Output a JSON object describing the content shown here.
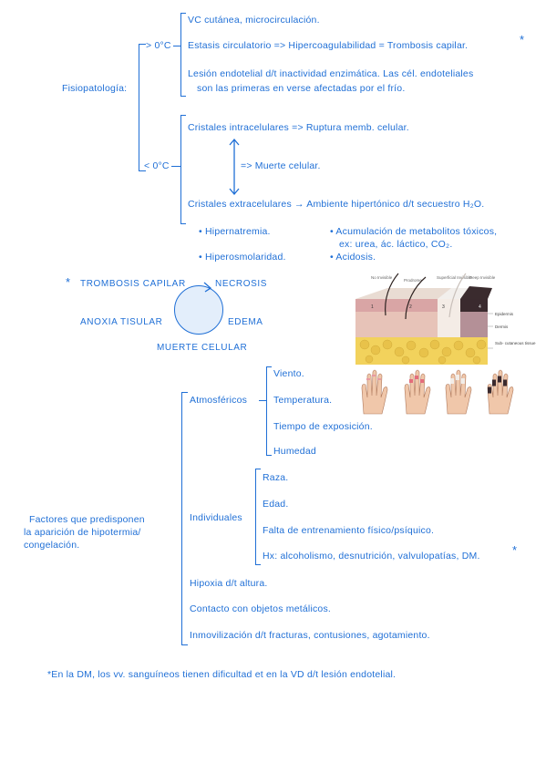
{
  "fisiopatologia": {
    "label": "Fisiopatología:",
    "gt0": {
      "label": "> 0°C",
      "items": [
        "VC cutánea, microcirculación.",
        "Estasis circulatorio => Hipercoagulabilidad = Trombosis capilar.",
        "Lesión endotelial d/t inactividad enzimática. Las cél. endoteliales",
        "son las primeras en verse afectadas por el frío."
      ],
      "star": "*"
    },
    "lt0": {
      "label": "< 0°C",
      "cristales_intra": "Cristales intracelulares => Ruptura memb. celular.",
      "muerte": "=> Muerte celular.",
      "cristales_extra": "Cristales extracelulares → Ambiente hipertónico d/t secuestro H₂O.",
      "left_bullets": [
        "Hipernatremia.",
        "Hiperosmolaridad."
      ],
      "right_bullets": [
        "Acumulación de metabolitos tóxicos,",
        "ex: urea, ác. láctico, CO₂.",
        "Acidosis."
      ]
    }
  },
  "cycle": {
    "star": "*",
    "trombosis": "TROMBOSIS CAPILAR",
    "necrosis": "NECROSIS",
    "anoxia": "ANOXIA TISULAR",
    "edema": "EDEMA",
    "muerte": "MUERTE CELULAR"
  },
  "figure": {
    "degrees": [
      "No\nInvisible",
      "Prodrome",
      "Superficial\nInvisible",
      "Deep\nInvisible"
    ],
    "layers": [
      "Epidermis",
      "Dermis",
      "Sub-\ncutaneous\ntissue"
    ],
    "numbers": [
      "1",
      "2",
      "3",
      "4"
    ]
  },
  "factores": {
    "label_lines": [
      "Factores que predisponen",
      "la aparición de hipotermia/",
      "congelación."
    ],
    "atmosfericos": {
      "label": "Atmosféricos",
      "items": [
        "Viento.",
        "Temperatura.",
        "Tiempo de exposición.",
        "Humedad"
      ]
    },
    "individuales": {
      "label": "Individuales",
      "items": [
        "Raza.",
        "Edad.",
        "Falta de entrenamiento físico/psíquico.",
        "Hx: alcoholismo, desnutrición, valvulopatías, DM."
      ],
      "star": "*"
    },
    "otros": [
      "Hipoxia d/t altura.",
      "Contacto con objetos metálicos.",
      "Inmovilización d/t fracturas, contusiones, agotamiento."
    ]
  },
  "footnote": "*En la DM, los vv. sanguíneos tienen dificultad et en la VD d/t lesión endotelial."
}
